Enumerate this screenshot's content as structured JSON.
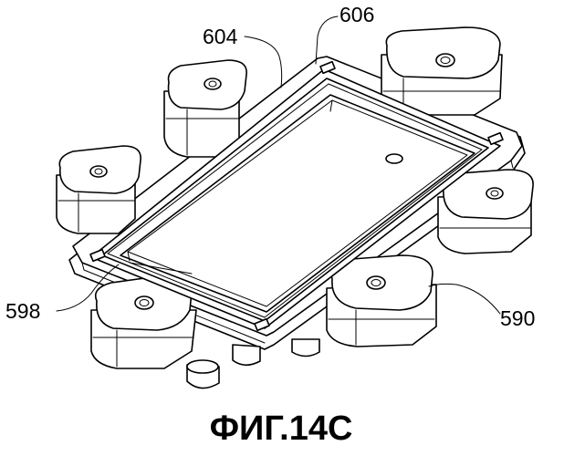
{
  "figure": {
    "caption": "ФИГ.14С",
    "labels": {
      "l604": "604",
      "l606": "606",
      "l598": "598",
      "l590": "590"
    }
  }
}
